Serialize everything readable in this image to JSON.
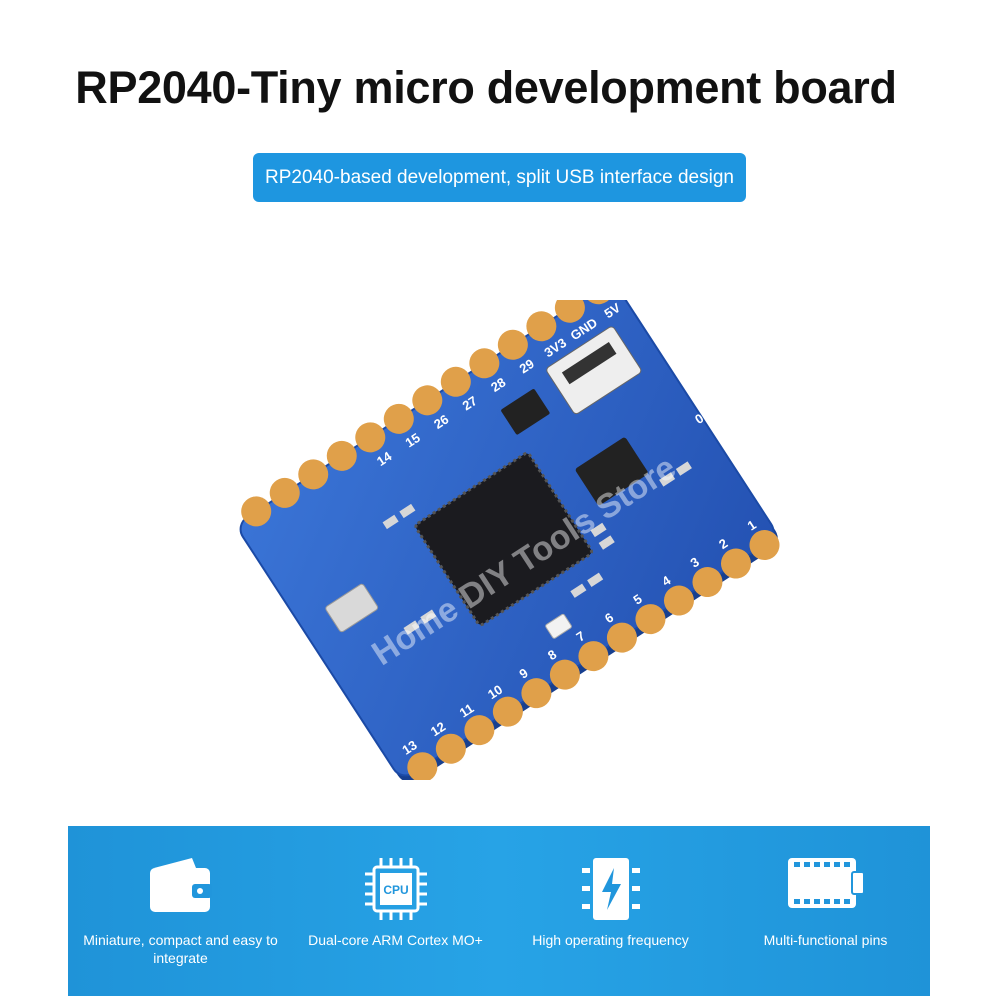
{
  "header": {
    "title": "RP2040-Tiny micro development board",
    "subtitle": "RP2040-based development, split USB interface design"
  },
  "board": {
    "pin_labels": {
      "gnd": "GND",
      "v5": "5V",
      "v3": "3V3",
      "p29": "29",
      "p28": "28",
      "p27": "27",
      "p26": "26",
      "p15": "15",
      "p14": "14",
      "p13": "13",
      "p12": "12",
      "p11": "11",
      "p10": "10",
      "p9": "9",
      "p8": "8",
      "p7": "7",
      "p6": "6",
      "p5": "5",
      "p4": "4",
      "p3": "3",
      "p2": "2",
      "p1": "1",
      "p0": "0"
    },
    "watermark": "Home DIY Tools Store"
  },
  "features": [
    {
      "icon": "wallet-icon",
      "label": "Miniature, compact and easy to integrate"
    },
    {
      "icon": "cpu-icon",
      "icon_text": "CPU",
      "label": "Dual-core ARM Cortex MO+"
    },
    {
      "icon": "lightning-chip-icon",
      "label": "High operating frequency"
    },
    {
      "icon": "pins-icon",
      "label": "Multi-functional pins"
    }
  ],
  "colors": {
    "accent": "#1e96e0",
    "pcb": "#2b5fc4",
    "pad": "#e0a04a"
  }
}
